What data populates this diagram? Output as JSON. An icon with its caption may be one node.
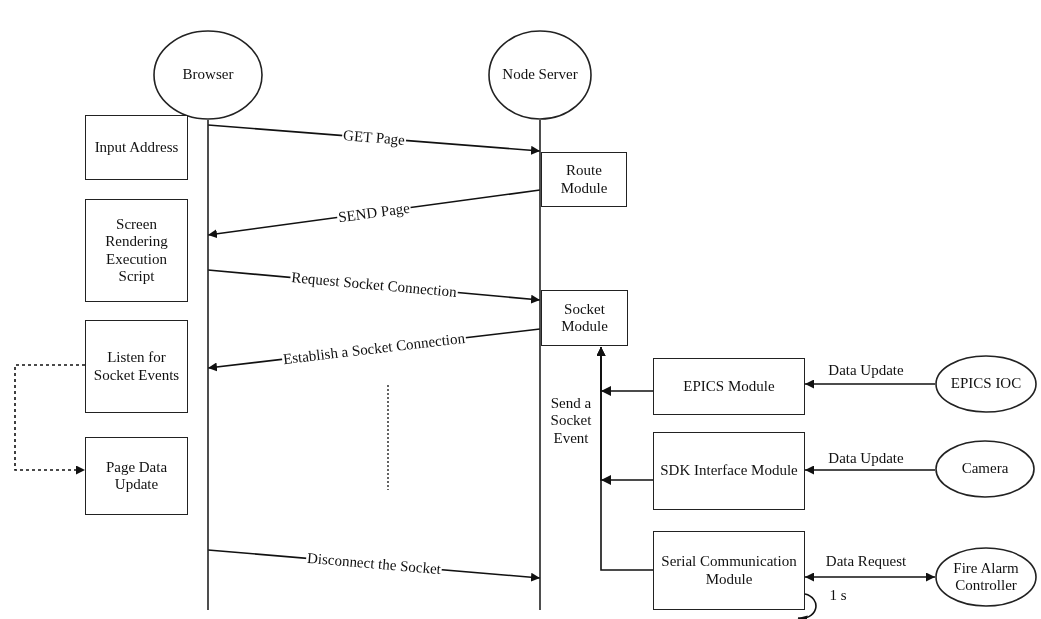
{
  "diagram": {
    "nodes": [
      {
        "text": [
          "Browser"
        ]
      },
      {
        "text": [
          "Node Server"
        ]
      },
      {
        "text": [
          "Input Address"
        ]
      },
      {
        "text": [
          "Screen Rendering Execution Script"
        ]
      },
      {
        "text": [
          "Listen for Socket Events"
        ]
      },
      {
        "text": [
          "Page Data Update"
        ]
      },
      {
        "text": [
          "Route Module"
        ]
      },
      {
        "text": [
          "Socket Module"
        ]
      },
      {
        "text": [
          "EPICS Module"
        ]
      },
      {
        "text": [
          "SDK Interface Module"
        ]
      },
      {
        "text": [
          "Serial Communication Module"
        ]
      },
      {
        "text": [
          "EPICS IOC"
        ]
      },
      {
        "text": [
          "Camera"
        ]
      },
      {
        "text": [
          "Fire Alarm Controller"
        ]
      }
    ],
    "edges": [
      {
        "from": 0,
        "to": 1,
        "arrow": "to",
        "label": "GET Page"
      },
      {
        "from": 1,
        "to": 0,
        "arrow": "to",
        "label": "SEND Page"
      },
      {
        "from": 0,
        "to": 1,
        "arrow": "to",
        "label": "Request Socket Connection"
      },
      {
        "from": 1,
        "to": 0,
        "arrow": "to",
        "label": "Establish a Socket Connection"
      },
      {
        "from": 4,
        "to": 5,
        "arrow": "to",
        "style": "dashed"
      },
      {
        "from": 0,
        "to": 1,
        "arrow": "to",
        "label": "Disconnect the Socket"
      },
      {
        "from": 11,
        "to": 8,
        "arrow": "to",
        "label": "Data Update"
      },
      {
        "from": 12,
        "to": 9,
        "arrow": "to",
        "label": "Data Update"
      },
      {
        "from": 10,
        "to": 13,
        "arrow": "both",
        "label": "Data Request"
      },
      {
        "from": 10,
        "to": 10,
        "arrow": "to",
        "label": "1 s"
      },
      {
        "from": 8,
        "to": 7,
        "arrow": "to"
      },
      {
        "from": 9,
        "to": 7,
        "arrow": "to"
      },
      {
        "from": 10,
        "to": 7,
        "arrow": "to"
      }
    ],
    "labels": [
      "Send a Socket Event"
    ]
  }
}
